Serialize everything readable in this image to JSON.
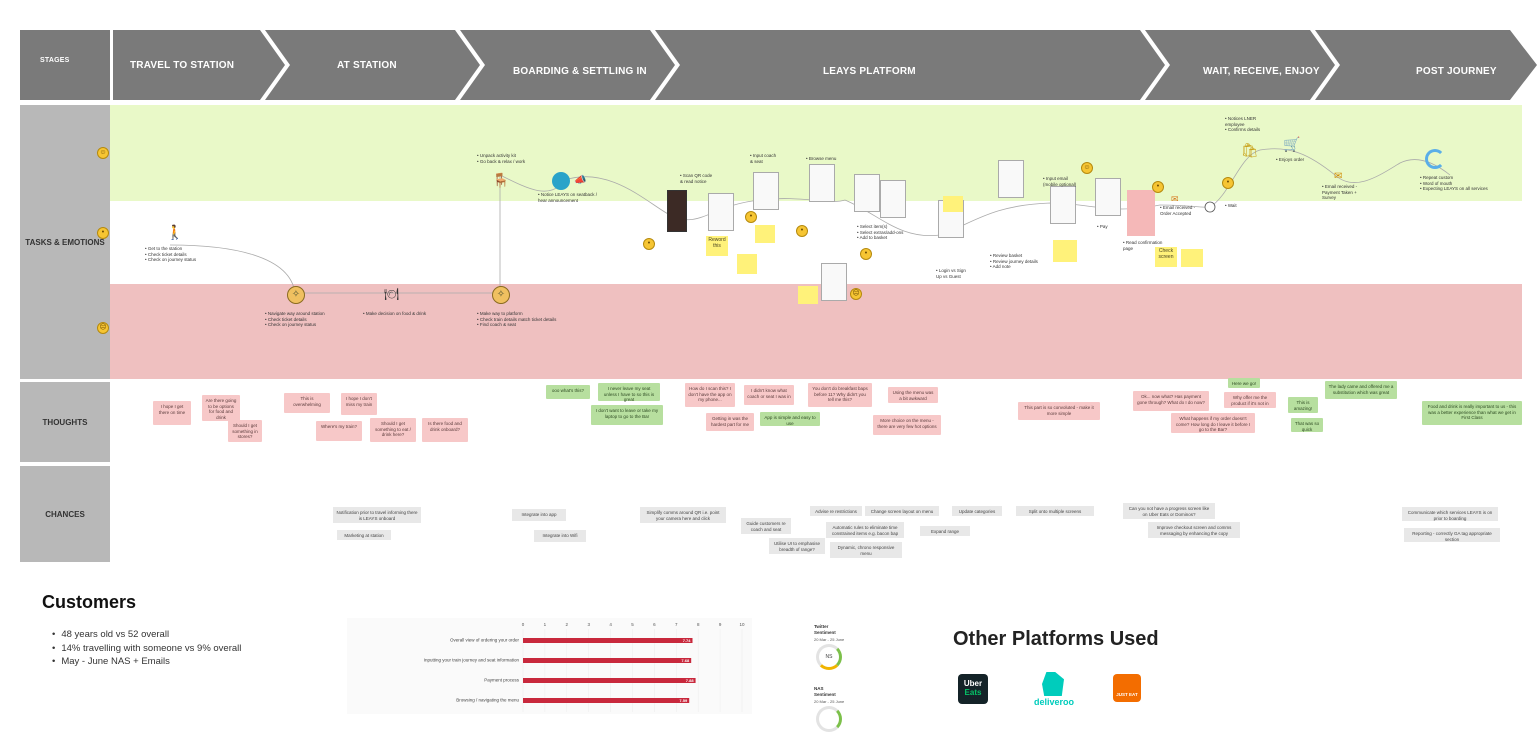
{
  "stages": {
    "header": "STAGES",
    "items": [
      "TRAVEL TO STATION",
      "AT STATION",
      "BOARDING & SETTLING IN",
      "LEAYS PLATFORM",
      "WAIT, RECEIVE, ENJOY",
      "POST JOURNEY"
    ]
  },
  "rows": {
    "tasks": "TASKS & EMOTIONS",
    "thoughts": "THOUGHTS",
    "chances": "CHANCES"
  },
  "tasks": [
    "• Get to the station\n• Check ticket details\n• Check on journey status",
    "• Navigate way around station\n• Check ticket details\n• Check on journey status",
    "• Make decision on food & drink",
    "• Make way to platform\n• Check train details match ticket details\n• Find coach & seat",
    "• Unpack activity kit\n• Go back & relax / work",
    "• Notice LEAYS on seatback /\n  hear announcement",
    "• Scan QR code\n  & read notice",
    "• Input coach\n  & seat",
    "• Browse menu",
    "• Select item(s)\n• Select extras/add-ons\n• Add to basket",
    "• Login vs Sign\n  Up vs Guest",
    "• Review basket\n• Review journey details\n• Add note",
    "• Input email\n  (mobile optional)",
    "• Pay",
    "• Read confirmation\n  page",
    "• Email received -\n  Order Accepted",
    "• Wait",
    "• Notices LNER\n  employee\n• Confirms details",
    "• Enjoys order",
    "• Email received -\n  Payment Taken +\n  Survey",
    "• Repeat custom\n• Word of mouth\n• Expecting LEAYS on all services"
  ],
  "task_stickies": [
    "Reword this",
    "Check screen"
  ],
  "thoughts": [
    "I hope I get there on time",
    "Are there going to be options for food and drink",
    "Should I get something in stores?",
    "This is overwhelming",
    "I hope I don't miss my train",
    "Where's my train?",
    "Should I get something to eat / drink here?",
    "Is there food and drink onboard?",
    "ooo what's this?",
    "I never leave my seat unless I have to so this is great",
    "I don't want to leave or take my laptop to go to the Bar",
    "How do I scan this? I don't have the app on my phone...",
    "Getting in was the hardest part for me",
    "I didn't know what coach or seat I was in",
    "App is simple and easy to use",
    "You don't do breakfast baps before 11? Why didn't you tell me this?",
    "Using the menu was a bit awkward",
    "More choice on the menu - there are very few hot options",
    "This part is so convoluted - make it more simple",
    "Ok... now what? Has payment gone through? What do I do now?",
    "Here we go!",
    "Why offer me the product if it's not in",
    "What happens if my order doesn't come? How long do I leave it before I go to the Bar?",
    "This is amazing!",
    "That was so quick",
    "The lady came and offered me a substitution which was great",
    "Food and drink is really important to us - this was a better experience than what we get in First Class"
  ],
  "chances": [
    "Notification prior to travel informing there is LEAYS onboard",
    "Marketing at station",
    "Integrate into app",
    "Integrate into Wifi",
    "Simplify comms around QR i.e. point your camera here and click",
    "Guide customers re coach and seat",
    "Utilise UI to emphasise breadth of range?",
    "Advise re restrictions",
    "Automatic rules to eliminate time constrained items e.g. bacon bap",
    "Dynamic, chrono responsive menu",
    "Change screen layout on menu",
    "Expand range",
    "Update categories",
    "Split onto multiple screens",
    "Can you not have a progress screen like on Uber Eats or Dominos?",
    "Improve checkout screen and comms messaging by enhancing the copy",
    "Communicate which services LEAYS is on prior to boarding",
    "Reporting - correctly GA tag appropriate section"
  ],
  "customers": {
    "title": "Customers",
    "bullets": [
      "48 years old vs 52 overall",
      "14% travelling with someone vs 9% overall",
      "May - June NAS + Emails"
    ]
  },
  "chart_data": {
    "type": "bar",
    "orientation": "horizontal",
    "categories": [
      "Overall view of ordering your order",
      "Inputting your train journey and seat information",
      "Payment process",
      "Browsing / navigating the menu"
    ],
    "values": [
      7.74,
      7.68,
      7.88,
      7.59
    ],
    "xlim": [
      0,
      10
    ],
    "ticks": [
      0,
      1,
      2,
      3,
      4,
      5,
      6,
      7,
      8,
      9,
      10
    ],
    "color": "#c8283c"
  },
  "sentiment": {
    "twitter": {
      "title": "Twitter Sentiment",
      "dates": "20 Mar - 25 June",
      "value": "NS"
    },
    "nas": {
      "title": "NAS Sentiment",
      "dates": "20 Mar - 25 June"
    }
  },
  "other_platforms": {
    "title": "Other Platforms Used",
    "logos": [
      {
        "name": "Uber Eats",
        "line1": "Uber",
        "line2": "Eats",
        "color": "#142328",
        "accent": "#06c167"
      },
      {
        "name": "deliveroo",
        "color": "#00ccbc"
      },
      {
        "name": "Just Eat",
        "text": "JUST EAT",
        "color": "#f36d00"
      }
    ]
  },
  "colors": {
    "stage_bar": "#7a7a7a",
    "row_label": "#b8b8b8",
    "positive_band": "#e9f9c8",
    "negative_band": "#efc0c0",
    "pink_sticky": "#f7c8c8",
    "green_sticky": "#b7df9f",
    "yellow_sticky": "#fff27a"
  }
}
